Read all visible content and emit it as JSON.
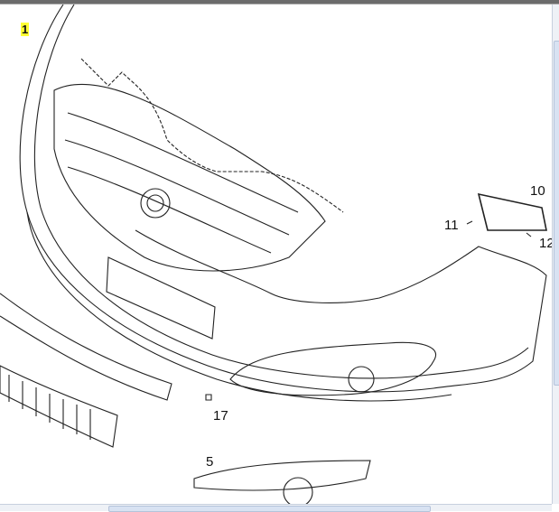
{
  "diagram": {
    "callouts": [
      {
        "id": "1",
        "label": "1",
        "highlighted": true
      },
      {
        "id": "10",
        "label": "10"
      },
      {
        "id": "11",
        "label": "11"
      },
      {
        "id": "12",
        "label": "12"
      },
      {
        "id": "17",
        "label": "17"
      },
      {
        "id": "5",
        "label": "5"
      }
    ],
    "highlight_color": "#ffff33"
  }
}
